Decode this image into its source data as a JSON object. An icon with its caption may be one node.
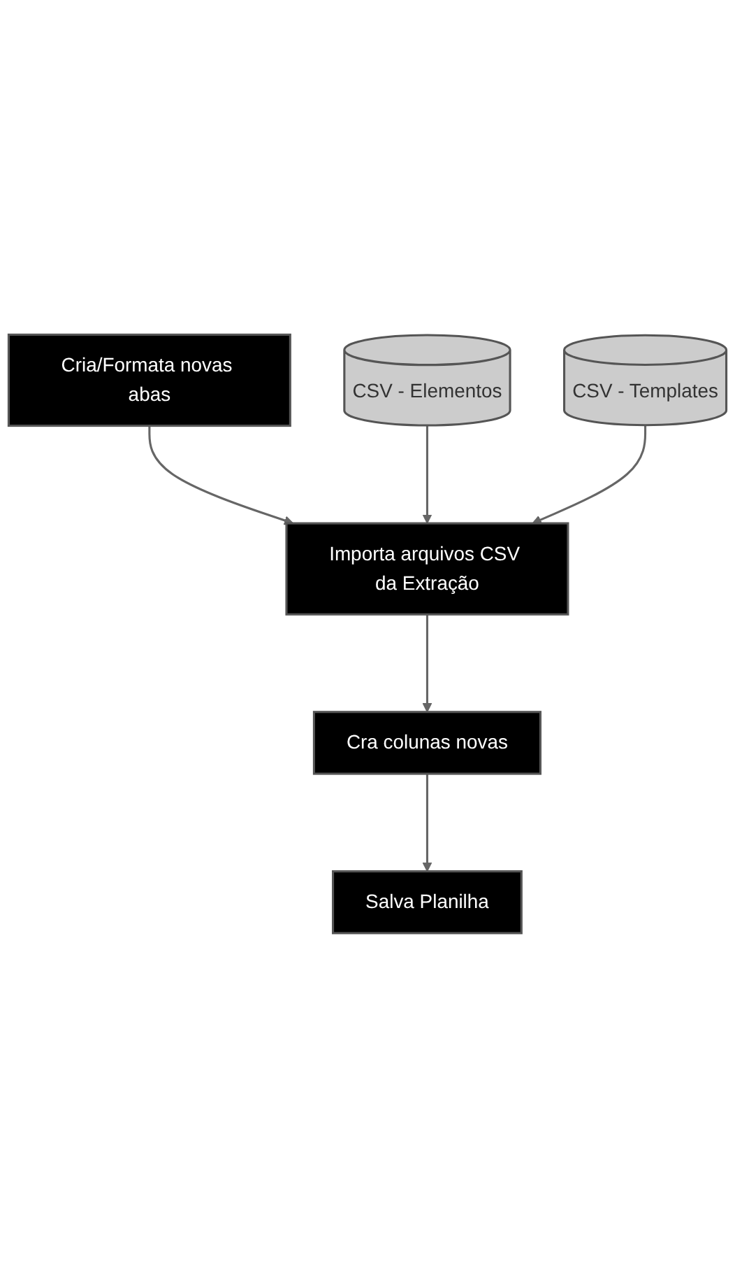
{
  "diagram": {
    "nodes": [
      {
        "text": [
          "Cria/Formata novas abas"
        ]
      },
      {
        "text": [
          "Importa arquivos CSV da Extração"
        ]
      },
      {
        "text": [
          "Cra colunas novas"
        ]
      },
      {
        "text": [
          "Salva Planilha"
        ]
      },
      {
        "text": [
          "CSV - Elementos"
        ]
      },
      {
        "text": [
          "CSV - Templates"
        ]
      }
    ],
    "edges": [
      {
        "from": 0,
        "to": 1,
        "arrow": "to"
      },
      {
        "from": 4,
        "to": 1,
        "arrow": "to"
      },
      {
        "from": 5,
        "to": 1,
        "arrow": "to"
      },
      {
        "from": 1,
        "to": 2,
        "arrow": "to"
      },
      {
        "from": 2,
        "to": 3,
        "arrow": "to"
      }
    ]
  }
}
